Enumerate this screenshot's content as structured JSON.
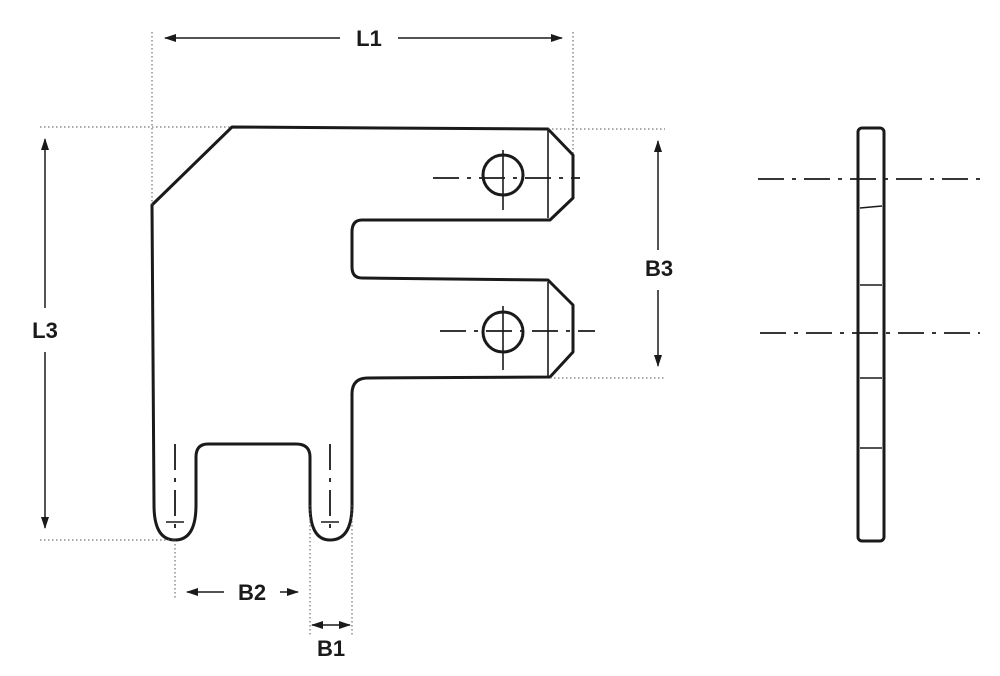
{
  "labels": {
    "l1": "L1",
    "l3": "L3",
    "b1": "B1",
    "b2": "B2",
    "b3": "B3"
  }
}
